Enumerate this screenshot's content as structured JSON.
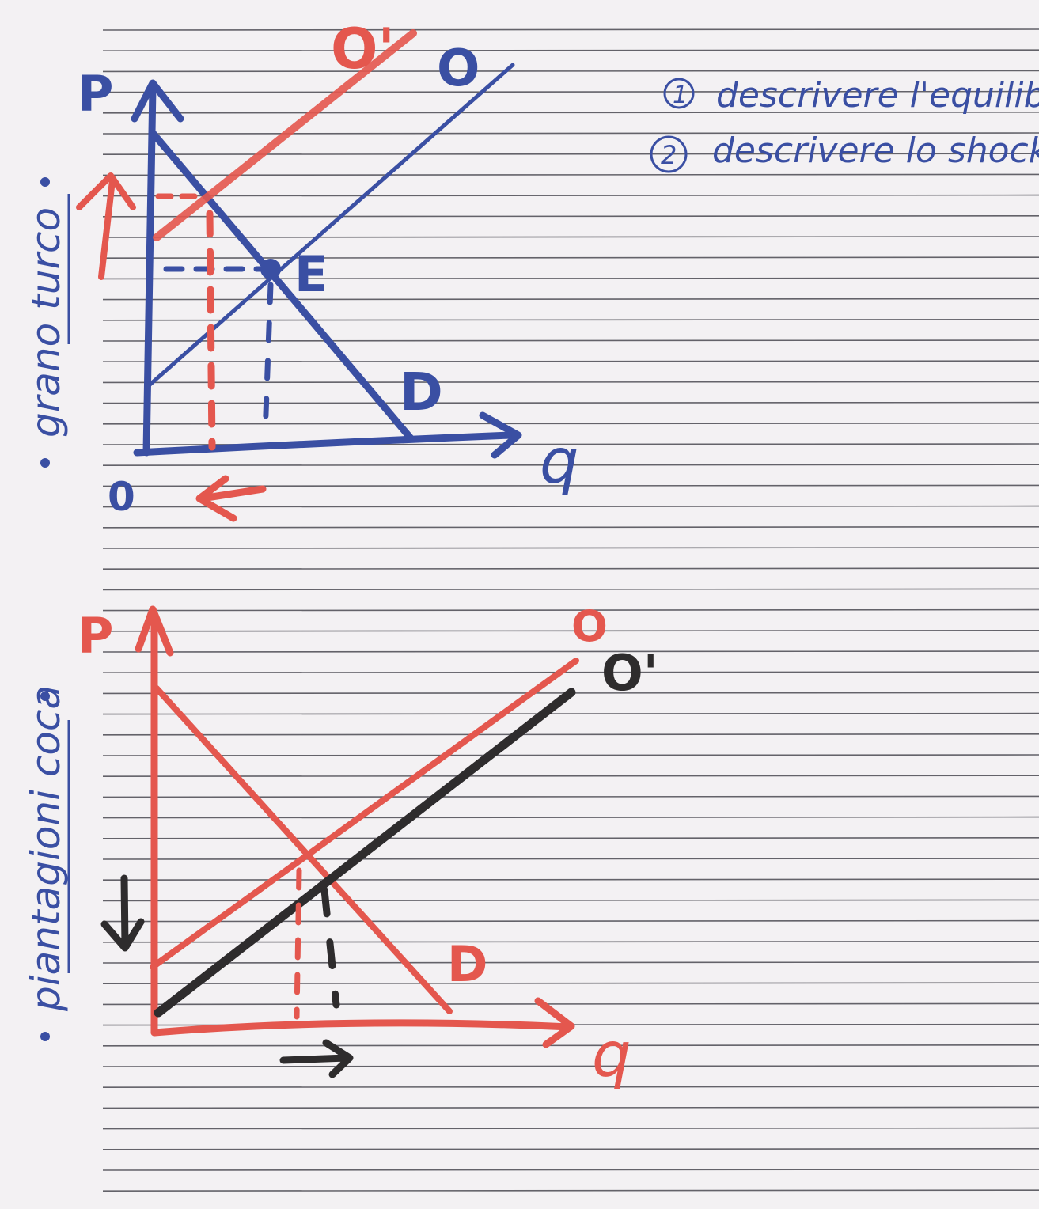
{
  "notes": {
    "item1": "descrivere l'equilibri",
    "item1_num": "1",
    "item2": "descrivere lo shock",
    "item2_num": "2"
  },
  "diagram_top": {
    "side_title": "grano turco",
    "axis_p": "P",
    "axis_q": "q",
    "origin": "0",
    "supply_label": "O",
    "shifted_supply_label": "O'",
    "demand_label": "D",
    "equilibrium_label": "E",
    "colors": {
      "main": "#3a4fa3",
      "shock": "#e4574e"
    }
  },
  "diagram_bottom": {
    "side_title": "piantagioni coca",
    "axis_p": "P",
    "axis_q": "q",
    "supply_label": "O",
    "shifted_supply_label": "O'",
    "demand_label": "D",
    "colors": {
      "main": "#e4574e",
      "shock": "#2e2c2d"
    }
  }
}
